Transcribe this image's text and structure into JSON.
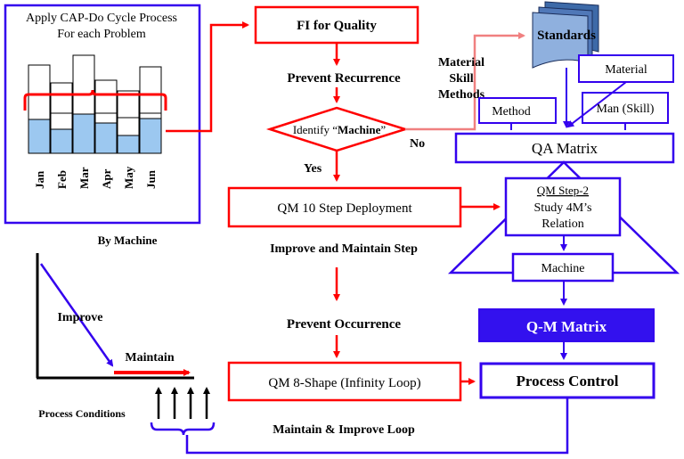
{
  "chart": {
    "title_line1": "Apply CAP-Do Cycle Process",
    "title_line2": "For each Problem",
    "months": [
      "Jan",
      "Feb",
      "Mar",
      "Apr",
      "May",
      "Jun"
    ]
  },
  "flow": {
    "fi_quality": "FI for Quality",
    "prevent_recurrence": "Prevent Recurrence",
    "identify_prefix": "Identify “",
    "identify_machine": "Machine",
    "identify_suffix": "”",
    "no_label": "No",
    "yes_label": "Yes",
    "qm10": "QM 10 Step Deployment",
    "improve_maintain_step": "Improve and Maintain Step",
    "prevent_occurrence": "Prevent Occurrence",
    "qm8": "QM 8-Shape (Infinity Loop)",
    "maintain_improve_loop": "Maintain & Improve Loop"
  },
  "right": {
    "standards": "Standards",
    "material_label": "Material",
    "skill_label": "Skill",
    "methods_label": "Methods",
    "material_box": "Material",
    "method_box": "Method",
    "man_box": "Man (Skill)",
    "qa_matrix": "QA Matrix",
    "qm_step2_line1": "QM Step-2",
    "qm_step2_line2": "Study 4M’s",
    "qm_step2_line3": "Relation",
    "machine_box": "Machine",
    "qm_matrix": "Q-M Matrix",
    "process_control": "Process Control"
  },
  "left_graph": {
    "by_machine": "By Machine",
    "improve": "Improve",
    "maintain": "Maintain",
    "process_conditions": "Process Conditions"
  },
  "colors": {
    "red": "#ff0000",
    "blue": "#3300ee",
    "purple_fill": "#3311ee",
    "bar_blue": "#9cc8f0",
    "standards_fill": "#3d6aa8"
  }
}
